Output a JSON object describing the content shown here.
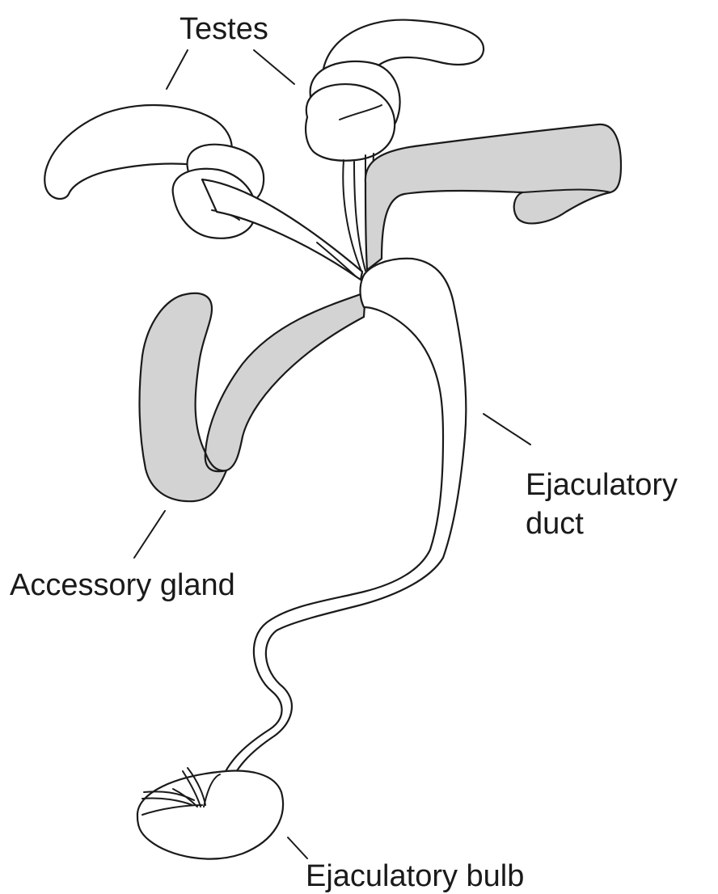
{
  "labels": {
    "testes": "Testes",
    "accessory_gland": "Accessory gland",
    "ejaculatory_duct_line1": "Ejaculatory",
    "ejaculatory_duct_line2": "duct",
    "ejaculatory_bulb": "Ejaculatory bulb"
  },
  "colors": {
    "gland_fill": "#d3d3d3",
    "outline": "#1a1a1a",
    "background": "#ffffff"
  }
}
